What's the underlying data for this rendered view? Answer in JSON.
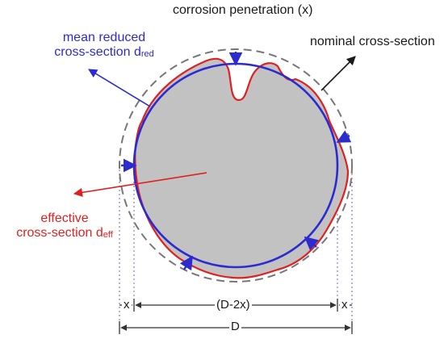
{
  "labels": {
    "corrosion_penetration": "corrosion penetration (x)",
    "nominal_cross_section": "nominal cross-section",
    "mean_reduced_line1": "mean reduced",
    "mean_reduced_line2_prefix": "cross-section d",
    "mean_reduced_sub": "red",
    "effective_line1": "effective",
    "effective_line2_prefix": "cross-section d",
    "effective_sub": "eff"
  },
  "dimensions": {
    "x_left": "x",
    "inner": "(D-2x)",
    "x_right": "x",
    "outer": "D"
  },
  "colors": {
    "nominal": "#777777",
    "mean_reduced": "#2b2bd0",
    "effective": "#e02020",
    "fill": "#c2c2c2",
    "dimension": "#333333",
    "arrow_black": "#1a1a1a"
  }
}
